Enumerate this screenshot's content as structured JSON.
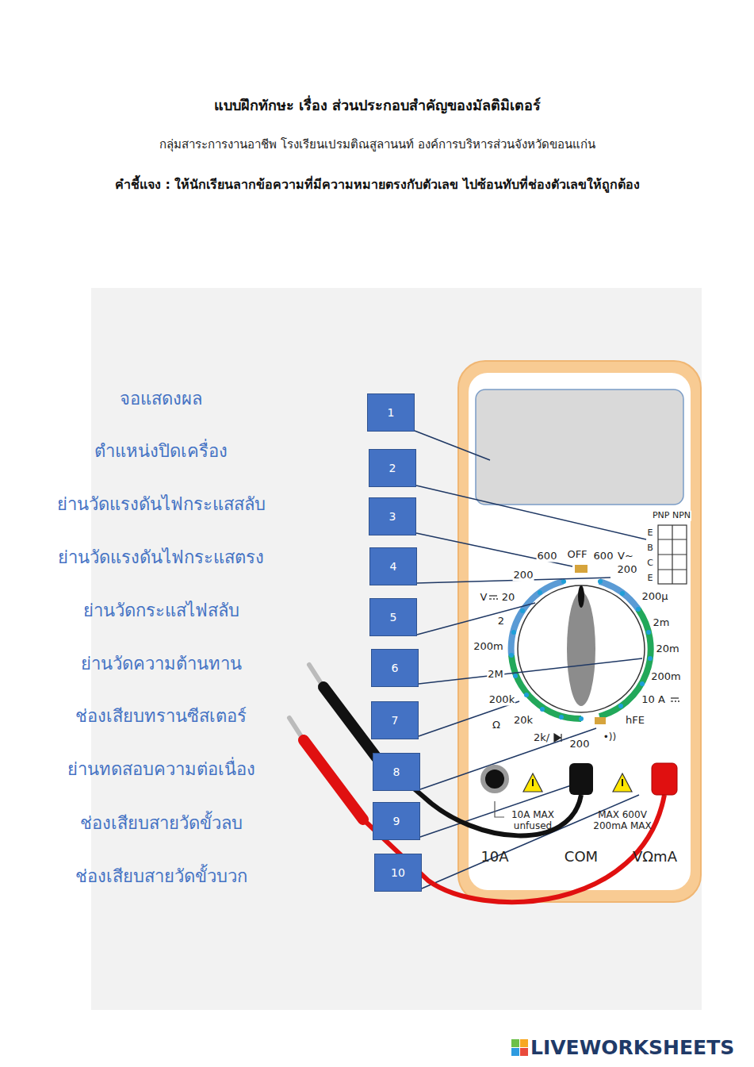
{
  "diagram": {
    "title": "แบบฝึกทักษะ เรื่อง ส่วนประกอบสำคัญของมัลติมิเตอร์",
    "nodes": [
      {
        "text": [
          "1"
        ]
      },
      {
        "text": [
          "2"
        ]
      },
      {
        "text": [
          "3"
        ]
      },
      {
        "text": [
          "4"
        ]
      },
      {
        "text": [
          "5"
        ]
      },
      {
        "text": [
          "6"
        ]
      },
      {
        "text": [
          "7"
        ]
      },
      {
        "text": [
          "8"
        ]
      },
      {
        "text": [
          "9"
        ]
      },
      {
        "text": [
          "10"
        ]
      }
    ],
    "labels": [
      "กลุ่มสาระการงานอาชีพ โรงเรียนเปรมติณสูลานนท์ องค์การบริหารส่วนจังหวัดขอนแก่น",
      "คำชี้แจง : ให้นักเรียนลากข้อความที่มีความหมายตรงกับตัวเลข ไปซ้อนทับที่ช่องตัวเลขให้ถูกต้อง",
      "จอแสดงผล",
      "ตำแหน่งปิดเครื่อง",
      "ย่านวัดแรงดันไฟกระแสสลับ",
      "ย่านวัดแรงดันไฟกระแสตรง",
      "ย่านวัดกระแสไฟสลับ",
      "ย่านวัดความต้านทาน",
      "ช่องเสียบทรานซีสเตอร์",
      "ย่านทดสอบความต่อเนื่อง",
      "ช่องเสียบสายวัดขั้วลบ",
      "ช่องเสียบสายวัดขั้วบวก",
      "PNP NPN",
      "E",
      "B",
      "C",
      "E",
      "600",
      "OFF",
      "600",
      "V~",
      "200",
      "200µ",
      "2m",
      "20m",
      "200m",
      "10 A",
      "hFE",
      "•))",
      "200",
      "2k/",
      "20k",
      "Ω",
      "200k",
      "2M",
      "200m",
      "2",
      "20",
      "V",
      "200",
      "10A MAX unfused",
      "MAX 600V 200mA MAX",
      "10A",
      "COM",
      "VΩmA",
      "LIVEWORKSHEETS"
    ]
  }
}
